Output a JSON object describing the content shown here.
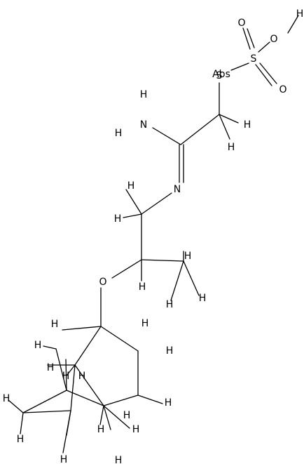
{
  "structure": {
    "atom_labels": [
      {
        "id": "oh-h",
        "text": "H"
      },
      {
        "id": "oh-o",
        "text": "O"
      },
      {
        "id": "so-o1",
        "text": "O"
      },
      {
        "id": "so-s",
        "text": "S"
      },
      {
        "id": "so-o2",
        "text": "O"
      },
      {
        "id": "thio-s",
        "text": "S"
      },
      {
        "id": "abs",
        "text": "Abs"
      },
      {
        "id": "ch2-h1",
        "text": "H"
      },
      {
        "id": "ch2-h2",
        "text": "H"
      },
      {
        "id": "nh2-h1",
        "text": "H"
      },
      {
        "id": "nh2-n",
        "text": "N"
      },
      {
        "id": "nh2-h2",
        "text": "H"
      },
      {
        "id": "imine-n",
        "text": "N"
      },
      {
        "id": "ch2b-h1",
        "text": "H"
      },
      {
        "id": "ch2b-h2",
        "text": "H"
      },
      {
        "id": "ether-o",
        "text": "O"
      },
      {
        "id": "ch-h",
        "text": "H"
      },
      {
        "id": "me-h1",
        "text": "H"
      },
      {
        "id": "me-h2",
        "text": "H"
      },
      {
        "id": "me-h3",
        "text": "H"
      },
      {
        "id": "ad-h1",
        "text": "H"
      },
      {
        "id": "ad-h2",
        "text": "H"
      },
      {
        "id": "ad-h3",
        "text": "H"
      },
      {
        "id": "ad-h4",
        "text": "H"
      },
      {
        "id": "ad-h5",
        "text": "H"
      },
      {
        "id": "ad-h6",
        "text": "H"
      },
      {
        "id": "ad-h7",
        "text": "H"
      },
      {
        "id": "ad-h8",
        "text": "H"
      },
      {
        "id": "ad-h9",
        "text": "H"
      },
      {
        "id": "ad-h10",
        "text": "H"
      },
      {
        "id": "ad-h11",
        "text": "H"
      },
      {
        "id": "ad-h12",
        "text": "H"
      },
      {
        "id": "ad-h13",
        "text": "H"
      },
      {
        "id": "ad-h14",
        "text": "H"
      },
      {
        "id": "ad-h15",
        "text": "H"
      }
    ]
  }
}
